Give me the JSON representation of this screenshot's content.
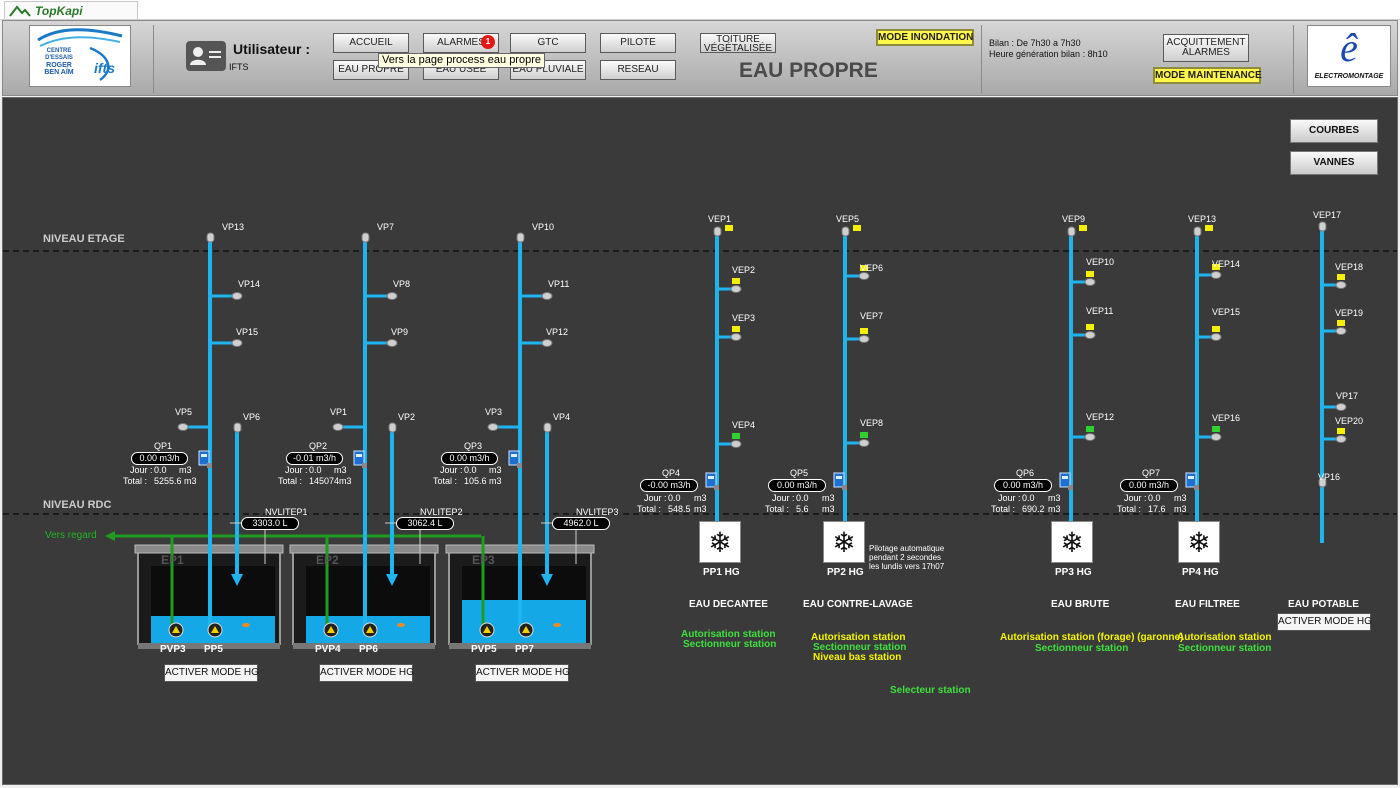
{
  "app": {
    "title": "TopKapi"
  },
  "header": {
    "logo_left_lines": [
      "CENTRE",
      "D'ESSAIS",
      "ROGER",
      "BEN AÏM",
      "ifts"
    ],
    "user_label": "Utilisateur :",
    "user_name": "IFTS",
    "nav": {
      "accueil": "ACCUEIL",
      "alarmes": "ALARMES",
      "alarm_count": "1",
      "gtc": "GTC",
      "pilote": "PILOTE",
      "toiture": [
        "TOITURE",
        "VÉGÉTALISÉE"
      ],
      "eau_propre": "EAU PROPRE",
      "eau_usee": "EAU USEE",
      "eau_pluviale": "EAU PLUVIALE",
      "reseau": "RESEAU"
    },
    "tooltip": "Vers la page process eau propre",
    "mode_inondation": "MODE INONDATION",
    "page_title": "EAU PROPRE",
    "bilan_line1": "Bilan : De 7h30 a 7h30",
    "bilan_line2": "Heure génération bilan : 8h10",
    "acquittement": [
      "ACQUITTEMENT",
      "ALARMES"
    ],
    "mode_maintenance": "MODE MAINTENANCE",
    "logo_right_text": "ELECTROMONTAGE",
    "logo_right_glyph": "ê"
  },
  "main": {
    "courbes": "COURBES",
    "vannes": "VANNES",
    "niveau_etage": "NIVEAU ETAGE",
    "niveau_rdc": "NIVEAU RDC",
    "vers_regard": "Vers regard",
    "tanks": [
      {
        "name": "EP1",
        "level_label": "NVLITEP1",
        "level": "3303.0 L",
        "pump_a": "PVP3",
        "pump_b": "PP5",
        "hg_button": "ACTIVER MODE HG"
      },
      {
        "name": "EP2",
        "level_label": "NVLITEP2",
        "level": "3062.4 L",
        "pump_a": "PVP4",
        "pump_b": "PP6",
        "hg_button": "ACTIVER MODE HG"
      },
      {
        "name": "EP3",
        "level_label": "NVLITEP3",
        "level": "4962.0 L",
        "pump_a": "PVP5",
        "pump_b": "PP7",
        "hg_button": "ACTIVER MODE HG"
      }
    ],
    "risers": [
      {
        "top": "VP13",
        "mid1": "VP14",
        "mid2": "VP15",
        "left": "VP5",
        "right": "VP6",
        "meter": "QP1",
        "flow": "0.00 m3/h",
        "jour_label": "Jour :",
        "jour": "0.0",
        "jour_unit": "m3",
        "total_label": "Total :",
        "total": "5255.6 m3"
      },
      {
        "top": "VP7",
        "mid1": "VP8",
        "mid2": "VP9",
        "left": "VP1",
        "right": "VP2",
        "meter": "QP2",
        "flow": "-0.01 m3/h",
        "jour_label": "Jour :",
        "jour": "0.0",
        "jour_unit": "m3",
        "total_label": "Total :",
        "total": "145074m3"
      },
      {
        "top": "VP10",
        "mid1": "VP11",
        "mid2": "VP12",
        "left": "VP3",
        "right": "VP4",
        "meter": "QP3",
        "flow": "0.00 m3/h",
        "jour_label": "Jour :",
        "jour": "0.0",
        "jour_unit": "m3",
        "total_label": "Total :",
        "total": "105.6",
        "total_unit": "m3"
      }
    ],
    "lines": [
      {
        "valves": [
          "VEP1",
          "VEP2",
          "VEP3",
          "VEP4"
        ],
        "meter": "QP4",
        "flow": "-0.00 m3/h",
        "jour": "0.0",
        "total": "548.5",
        "pump": "PP1 HG",
        "name": "EAU DECANTEE"
      },
      {
        "valves": [
          "VEP5",
          "VEP6",
          "VEP7",
          "VEP8"
        ],
        "meter": "QP5",
        "flow": "0.00 m3/h",
        "jour": "0.0",
        "total": "5.6",
        "pump": "PP2 HG",
        "name": "EAU CONTRE-LAVAGE"
      },
      {
        "valves": [
          "VEP9",
          "VEP10",
          "VEP11",
          "VEP12"
        ],
        "meter": "QP6",
        "flow": "0.00 m3/h",
        "jour": "0.0",
        "total": "690.2",
        "pump": "PP3 HG",
        "name": "EAU BRUTE"
      },
      {
        "valves": [
          "VEP13",
          "VEP14",
          "VEP15",
          "VEP16"
        ],
        "meter": "QP7",
        "flow": "0.00 m3/h",
        "jour": "0.0",
        "total": "17.6",
        "pump": "PP4 HG",
        "name": "EAU FILTREE"
      },
      {
        "valves": [
          "VEP17",
          "VEP18",
          "VEP19",
          "VP17",
          "VEP20",
          "VP16"
        ],
        "name": "EAU POTABLE",
        "hg_button": "ACTIVER MODE HG"
      }
    ],
    "jour_label": "Jour :",
    "total_label": "Total :",
    "m3": "m3",
    "pilotage_note": [
      "Pilotage automatique",
      "pendant 2 secondes",
      "les lundis vers 17h07"
    ],
    "status": {
      "decantee_1": "Autorisation station",
      "decantee_2": "Sectionneur station",
      "cl_1": "Autorisation station",
      "cl_2": "Sectionneur station",
      "cl_3": "Niveau bas station",
      "selecteur": "Selecteur station",
      "brute_1": "Autorisation station (forage) (garonne)",
      "brute_2": "Sectionneur station",
      "filtree_1": "Autorisation station",
      "filtree_2": "Sectionneur station"
    },
    "colors": {
      "water": "#1eb4f0",
      "pipe_green": "#1f9b1f",
      "status_green": "#3ee03e",
      "status_yellow": "#f5f500",
      "background": "#3a3a3a"
    }
  }
}
